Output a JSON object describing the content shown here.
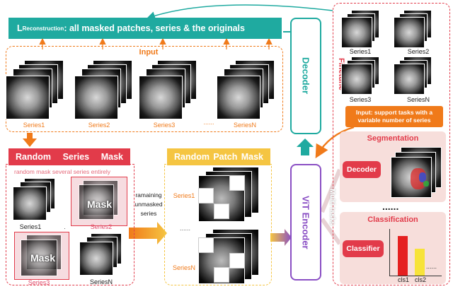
{
  "reconstruction": {
    "prefix": "L",
    "sub": "Reconstruction",
    "text": " : all masked patches, series & the originals"
  },
  "input": {
    "label": "Input",
    "series": [
      "Series1",
      "Series2",
      "Series3",
      "SeriesN"
    ],
    "dots": "......"
  },
  "decoder": {
    "label": "Decoder"
  },
  "finetune": {
    "label": "Finetune",
    "series": [
      "Series1",
      "Series2",
      "Series3",
      "SeriesN"
    ],
    "note": "Input: support tasks with a variable number of series"
  },
  "random_series_mask": {
    "words": [
      "Random",
      "Series",
      "Mask"
    ],
    "subtitle": "random mask several series entirely",
    "series": [
      "Series1",
      "Series2",
      "Series3",
      "SeriesN"
    ],
    "mask_label": "Mask"
  },
  "random_patch_mask": {
    "words": [
      "Random",
      "Patch",
      "Mask"
    ],
    "series": [
      "Series1",
      "SeriesN"
    ],
    "dots": "......"
  },
  "remaining": {
    "text": [
      "ramaining",
      "unmasked",
      "series"
    ]
  },
  "vit": {
    "label": "ViT Encoder"
  },
  "multi_tasks": {
    "label": "Multi tasks"
  },
  "segmentation": {
    "title": "Segmentation",
    "block": "Decoder"
  },
  "classification": {
    "title": "Classification",
    "block": "Classifier",
    "bars": [
      "cls1",
      "cls2"
    ],
    "dots": "......"
  },
  "between_dots": "......",
  "colors": {
    "teal": "#1faaa0",
    "orange": "#f07a1a",
    "red": "#e23b4a",
    "purple": "#8a4fc4",
    "yellow": "#f5c542"
  }
}
